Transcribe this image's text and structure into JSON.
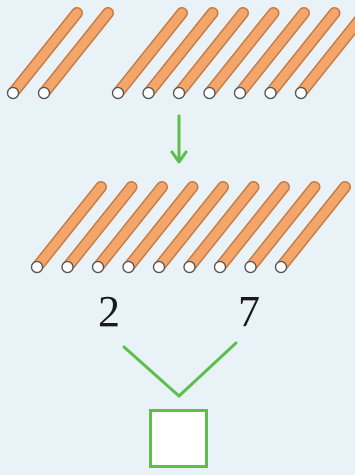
{
  "numbers": {
    "left": "2",
    "right": "7"
  },
  "groups": {
    "top_left_sticks": 2,
    "top_right_sticks": 7,
    "bottom_sticks": 9
  },
  "colors": {
    "background": "#e9f2f7",
    "stick_fill": "#f4a66a",
    "stick_outline": "#c57a44",
    "arrow_and_lines": "#5cbf4a",
    "answer_box_border": "#5cbf4a",
    "number_text": "#1a1a1a"
  },
  "icons": {
    "arrow": "down-arrow-icon",
    "answer_box": "empty-answer-box"
  }
}
